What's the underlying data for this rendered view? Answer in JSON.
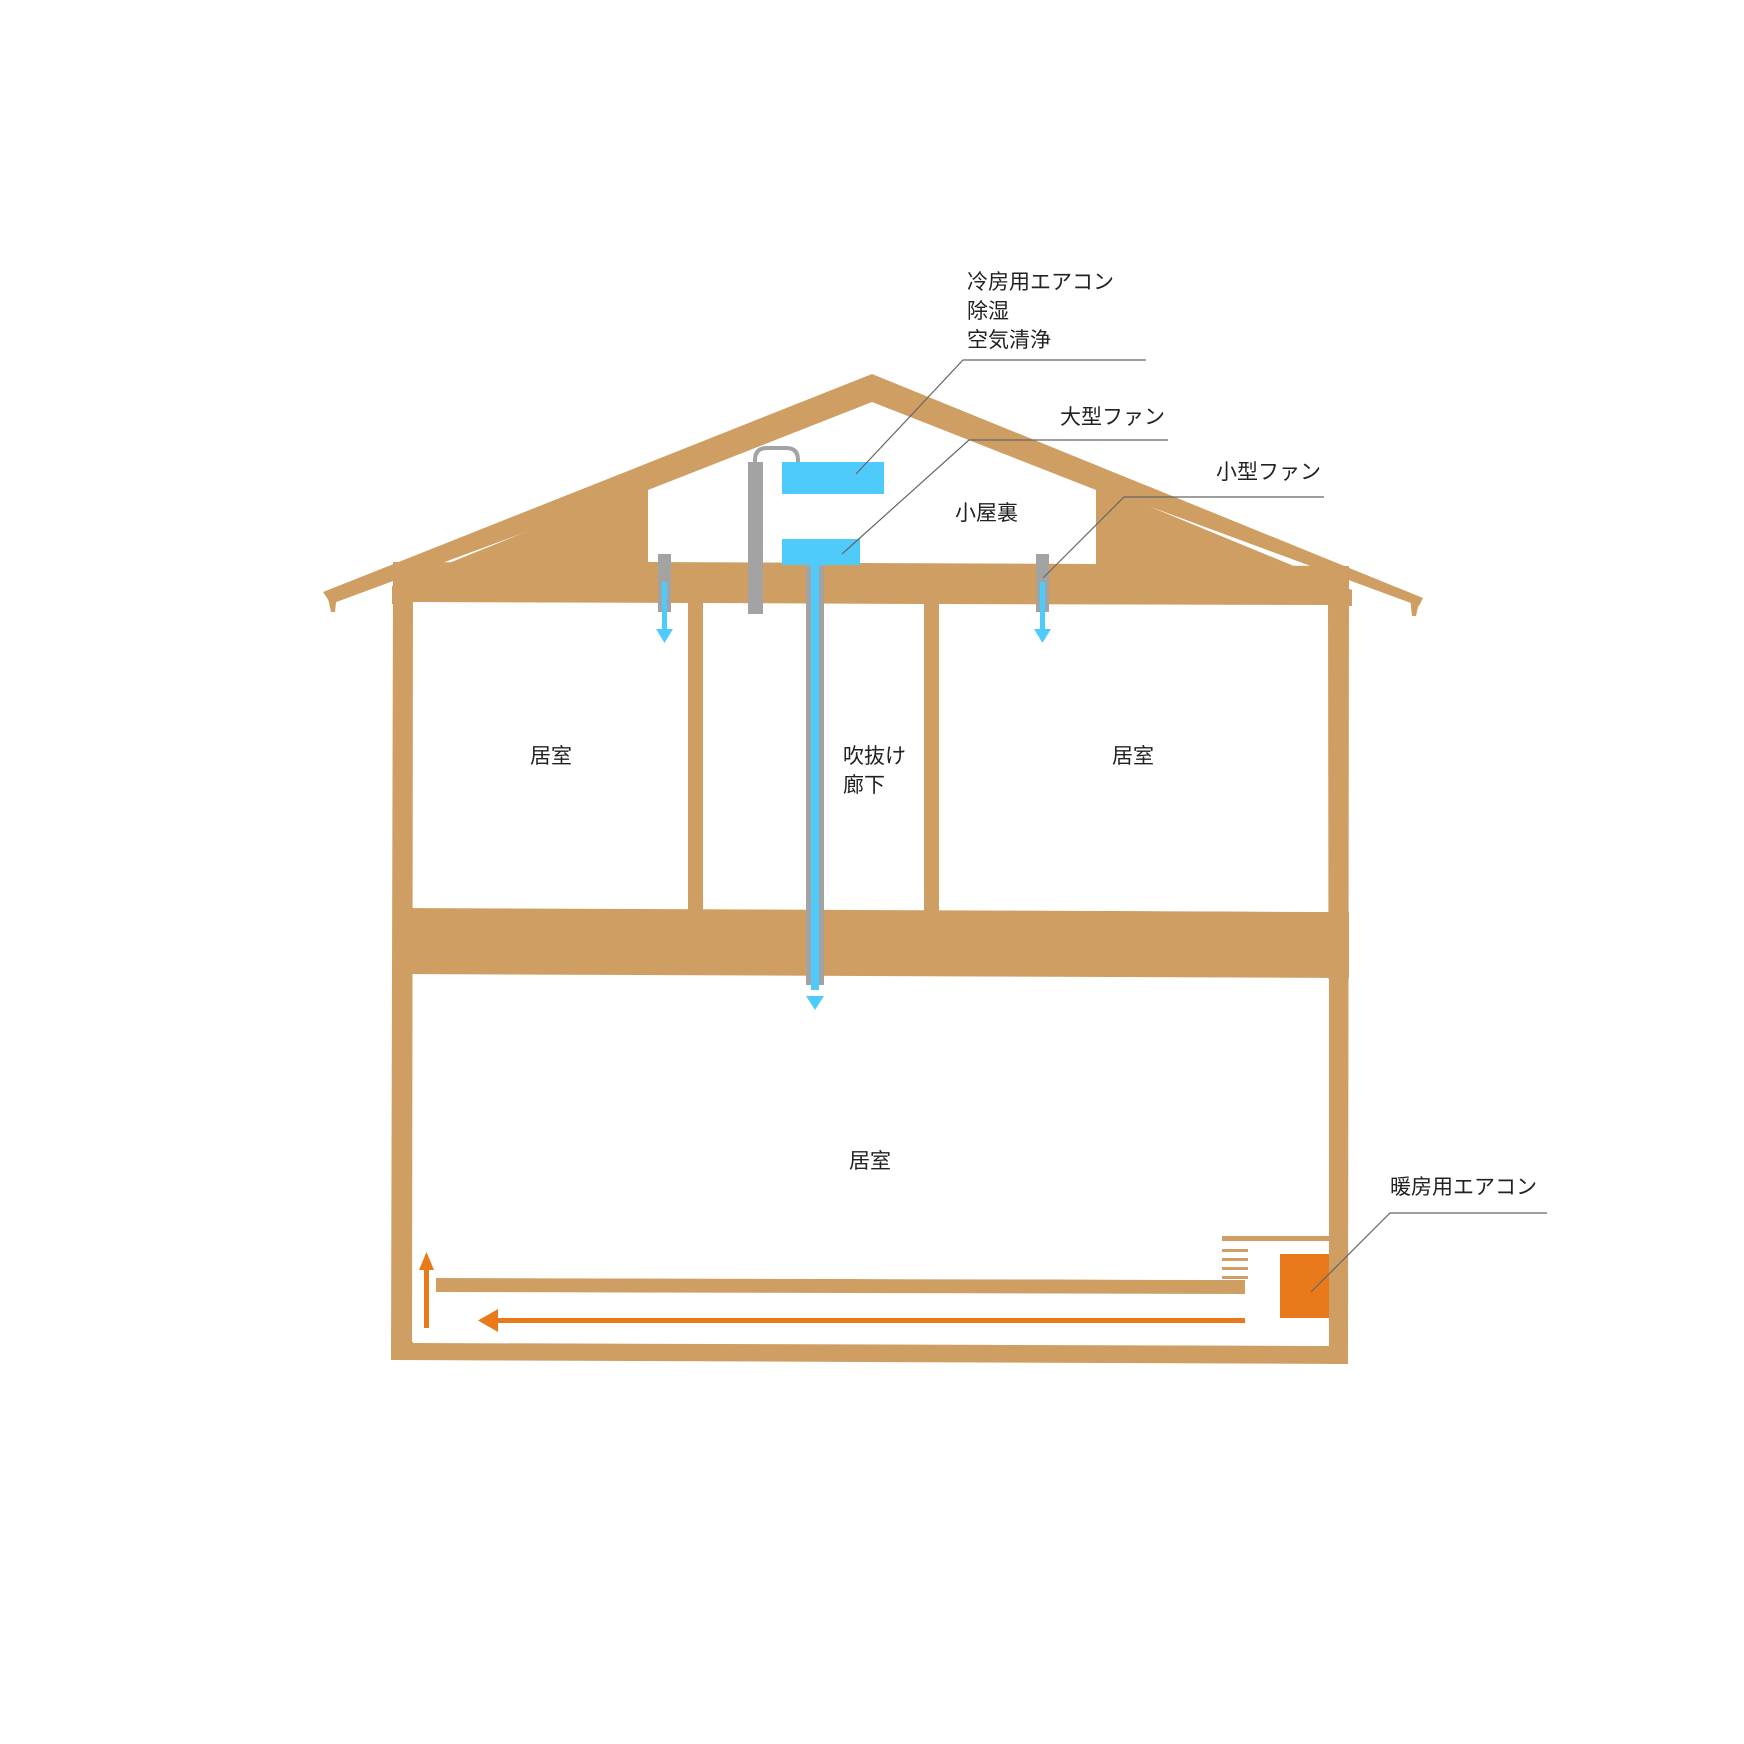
{
  "colors": {
    "background": "#ffffff",
    "structure": "#cf9e63",
    "cool_air": "#4ecbfa",
    "duct_gray": "#a3a3a3",
    "warm_air": "#e97a1c",
    "leader_line": "#666666",
    "text": "#222222"
  },
  "labels": {
    "cooling_unit": [
      "冷房用エアコン",
      "除湿",
      "空気清浄"
    ],
    "large_fan": "大型ファン",
    "small_fan": "小型ファン",
    "attic": "小屋裏",
    "room_upper_left": "居室",
    "atrium_hall": [
      "吹抜け",
      "廊下"
    ],
    "room_upper_right": "居室",
    "room_lower": "居室",
    "heating_unit": "暖房用エアコン"
  },
  "icons": {
    "cool_arrow": "arrow-down-icon",
    "warm_arrow_left": "arrow-left-icon",
    "warm_arrow_up": "arrow-up-icon"
  }
}
